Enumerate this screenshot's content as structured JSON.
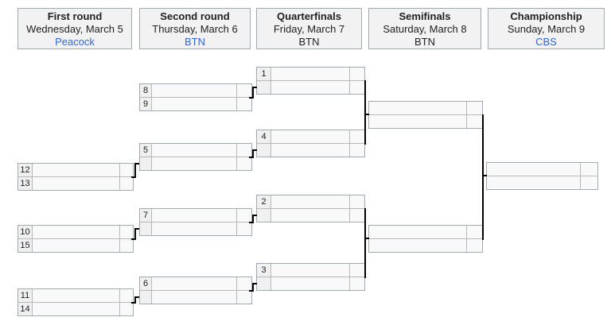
{
  "colors": {
    "link_blue": "#3366cc",
    "box_border": "#a2a9b1",
    "header_bg": "#f2f2f2",
    "cell_bg": "#f9f9f9",
    "seed_bg": "#f0f0f0",
    "connector": "#000000"
  },
  "rounds": [
    {
      "title": "First round",
      "date": "Wednesday, March 5",
      "network": "Peacock",
      "network_link": true
    },
    {
      "title": "Second round",
      "date": "Thursday, March 6",
      "network": "BTN",
      "network_link": true
    },
    {
      "title": "Quarterfinals",
      "date": "Friday, March 7",
      "network": "BTN",
      "network_link": false
    },
    {
      "title": "Semifinals",
      "date": "Saturday, March 8",
      "network": "BTN",
      "network_link": false
    },
    {
      "title": "Championship",
      "date": "Sunday, March 9",
      "network": "CBS",
      "network_link": true
    }
  ],
  "bracket": {
    "first_round": [
      {
        "seed_top": "12",
        "team_top": "",
        "score_top": "",
        "seed_bottom": "13",
        "team_bottom": "",
        "score_bottom": ""
      },
      {
        "seed_top": "10",
        "team_top": "",
        "score_top": "",
        "seed_bottom": "15",
        "team_bottom": "",
        "score_bottom": ""
      },
      {
        "seed_top": "11",
        "team_top": "",
        "score_top": "",
        "seed_bottom": "14",
        "team_bottom": "",
        "score_bottom": ""
      }
    ],
    "second_round": [
      {
        "seed_top": "8",
        "team_top": "",
        "score_top": "",
        "seed_bottom": "9",
        "team_bottom": "",
        "score_bottom": ""
      },
      {
        "seed_top": "5",
        "team_top": "",
        "score_top": "",
        "seed_bottom": "",
        "team_bottom": "",
        "score_bottom": ""
      },
      {
        "seed_top": "7",
        "team_top": "",
        "score_top": "",
        "seed_bottom": "",
        "team_bottom": "",
        "score_bottom": ""
      },
      {
        "seed_top": "6",
        "team_top": "",
        "score_top": "",
        "seed_bottom": "",
        "team_bottom": "",
        "score_bottom": ""
      }
    ],
    "quarterfinals": [
      {
        "seed_top": "1",
        "team_top": "",
        "score_top": "",
        "seed_bottom": "",
        "team_bottom": "",
        "score_bottom": ""
      },
      {
        "seed_top": "4",
        "team_top": "",
        "score_top": "",
        "seed_bottom": "",
        "team_bottom": "",
        "score_bottom": ""
      },
      {
        "seed_top": "2",
        "team_top": "",
        "score_top": "",
        "seed_bottom": "",
        "team_bottom": "",
        "score_bottom": ""
      },
      {
        "seed_top": "3",
        "team_top": "",
        "score_top": "",
        "seed_bottom": "",
        "team_bottom": "",
        "score_bottom": ""
      }
    ],
    "semifinals": [
      {
        "team_top": "",
        "score_top": "",
        "team_bottom": "",
        "score_bottom": ""
      },
      {
        "team_top": "",
        "score_top": "",
        "team_bottom": "",
        "score_bottom": ""
      }
    ],
    "championship": [
      {
        "team_top": "",
        "score_top": "",
        "team_bottom": "",
        "score_bottom": ""
      }
    ]
  }
}
